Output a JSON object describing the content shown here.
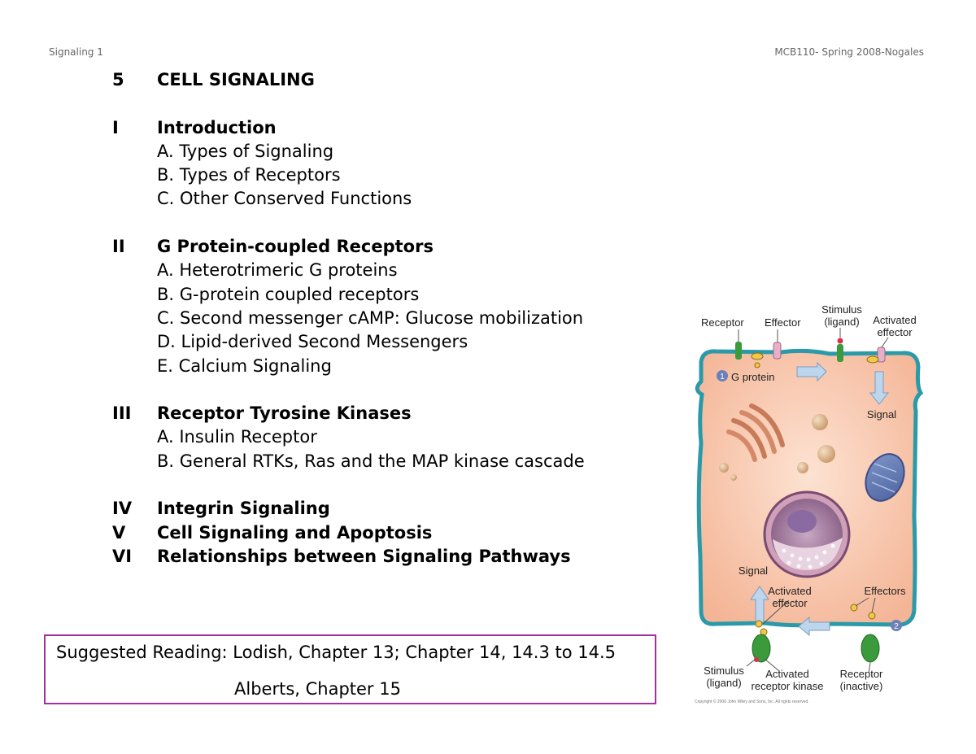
{
  "header": {
    "left": "Signaling 1",
    "right": "MCB110- Spring 2008-Nogales"
  },
  "outline": {
    "title_num": "5",
    "title": "CELL SIGNALING",
    "sections": [
      {
        "num": "I",
        "title": "Introduction",
        "items": [
          "A. Types of Signaling",
          "B. Types of Receptors",
          "C. Other Conserved Functions"
        ]
      },
      {
        "num": "II",
        "title": "G Protein-coupled Receptors",
        "items": [
          "A. Heterotrimeric G proteins",
          "B. G-protein coupled receptors",
          "C. Second messenger cAMP: Glucose mobilization",
          "D. Lipid-derived Second Messengers",
          "E. Calcium Signaling"
        ]
      },
      {
        "num": "III",
        "title": "Receptor Tyrosine Kinases",
        "items": [
          "A. Insulin Receptor",
          "B. General RTKs, Ras and the MAP kinase cascade"
        ]
      },
      {
        "num": "IV",
        "title": "Integrin Signaling"
      },
      {
        "num": "V",
        "title": "Cell Signaling and Apoptosis"
      },
      {
        "num": "VI",
        "title": "Relationships between Signaling Pathways"
      }
    ]
  },
  "reading": {
    "line1": "Suggested Reading: Lodish, Chapter 13; Chapter 14, 14.3 to 14.5",
    "line2": "Alberts, Chapter 15"
  },
  "figure": {
    "receptor": "Receptor",
    "effector": "Effector",
    "stimulus": "Stimulus",
    "ligand": "(ligand)",
    "activated": "Activated",
    "effector_lc": "effector",
    "step1": "1",
    "g_protein": "G protein",
    "signal_top": "Signal",
    "signal_bottom": "Signal",
    "activated_effector_2a": "Activated",
    "activated_effector_2b": "effector",
    "effectors": "Effectors",
    "step2": "2",
    "stimulus_b": "Stimulus",
    "ligand_b": "(ligand)",
    "activated_rk_a": "Activated",
    "activated_rk_b": "receptor kinase",
    "receptor_b": "Receptor",
    "inactive": "(inactive)",
    "copyright": "Copyright © 2006 John Wiley and Sons, Inc. All rights reserved."
  },
  "colors": {
    "cell_fill": "#f7c4a8",
    "membrane": "#2a9aa8",
    "border_purple": "#a0309c",
    "receptor_green": "#3a9a3c",
    "arrow_blue": "#a8c8e8"
  }
}
